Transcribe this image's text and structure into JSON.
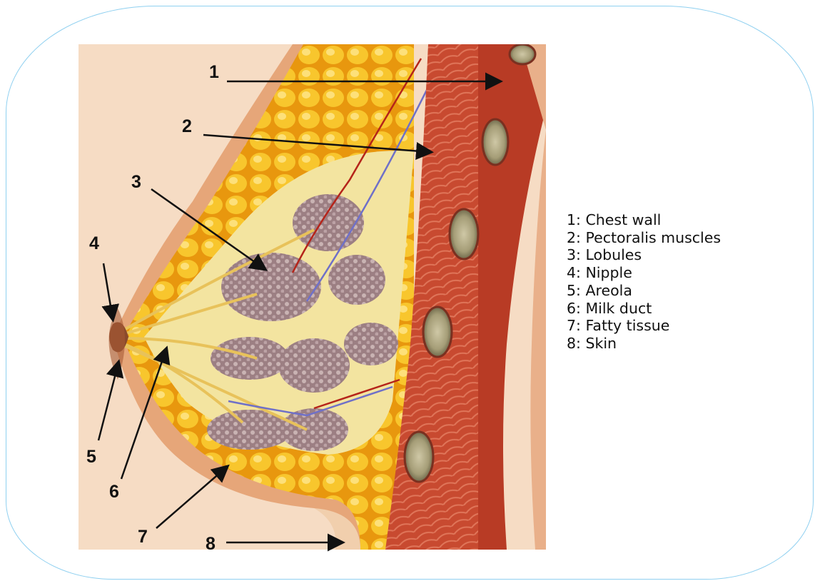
{
  "callout_numbers": [
    "1",
    "2",
    "3",
    "4",
    "5",
    "6",
    "7",
    "8"
  ],
  "legend": [
    "1: Chest wall",
    "2: Pectoralis muscles",
    "3: Lobules",
    "4: Nipple",
    "5: Areola",
    "6: Milk duct",
    "7: Fatty tissue",
    "8: Skin"
  ],
  "colors": {
    "frame_border": "#8fd0f0",
    "skin_background": "#f6dcc4",
    "fat": "#f2b21a",
    "muscle": "#c8432c",
    "lobule": "#a98e8c"
  }
}
